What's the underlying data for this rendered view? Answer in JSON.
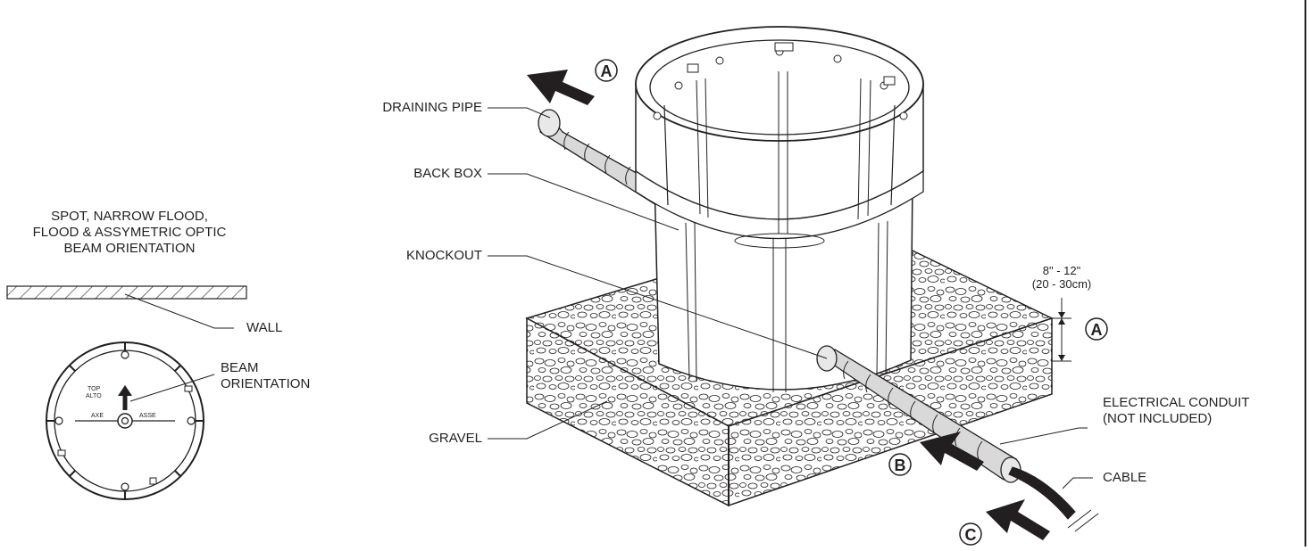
{
  "labels": {
    "draining_pipe": "DRAINING PIPE",
    "back_box": "BACK BOX",
    "knockout": "KNOCKOUT",
    "gravel": "GRAVEL",
    "optic_title": "SPOT, NARROW FLOOD,",
    "optic_title_2": "FLOOD & ASSYMETRIC OPTIC",
    "optic_title_3": "BEAM ORIENTATION",
    "wall": "WALL",
    "beam_orientation_1": "BEAM",
    "beam_orientation_2": "ORIENTATION",
    "depth_imperial": "8\" - 12\"",
    "depth_metric": "(20 - 30cm)",
    "conduit_1": "ELECTRICAL CONDUIT",
    "conduit_2": "(NOT INCLUDED)",
    "cable": "CABLE",
    "fixture_top": "TOP",
    "fixture_alto": "ALTO",
    "fixture_axe_left": "AXE",
    "fixture_axe_right": "ASSE"
  },
  "callouts": {
    "a_top": "A",
    "a_side": "A",
    "b": "B",
    "c": "C"
  },
  "colors": {
    "line": "#231f20",
    "fill": "#ffffff",
    "pipe_shade": "#d9d9d9"
  }
}
